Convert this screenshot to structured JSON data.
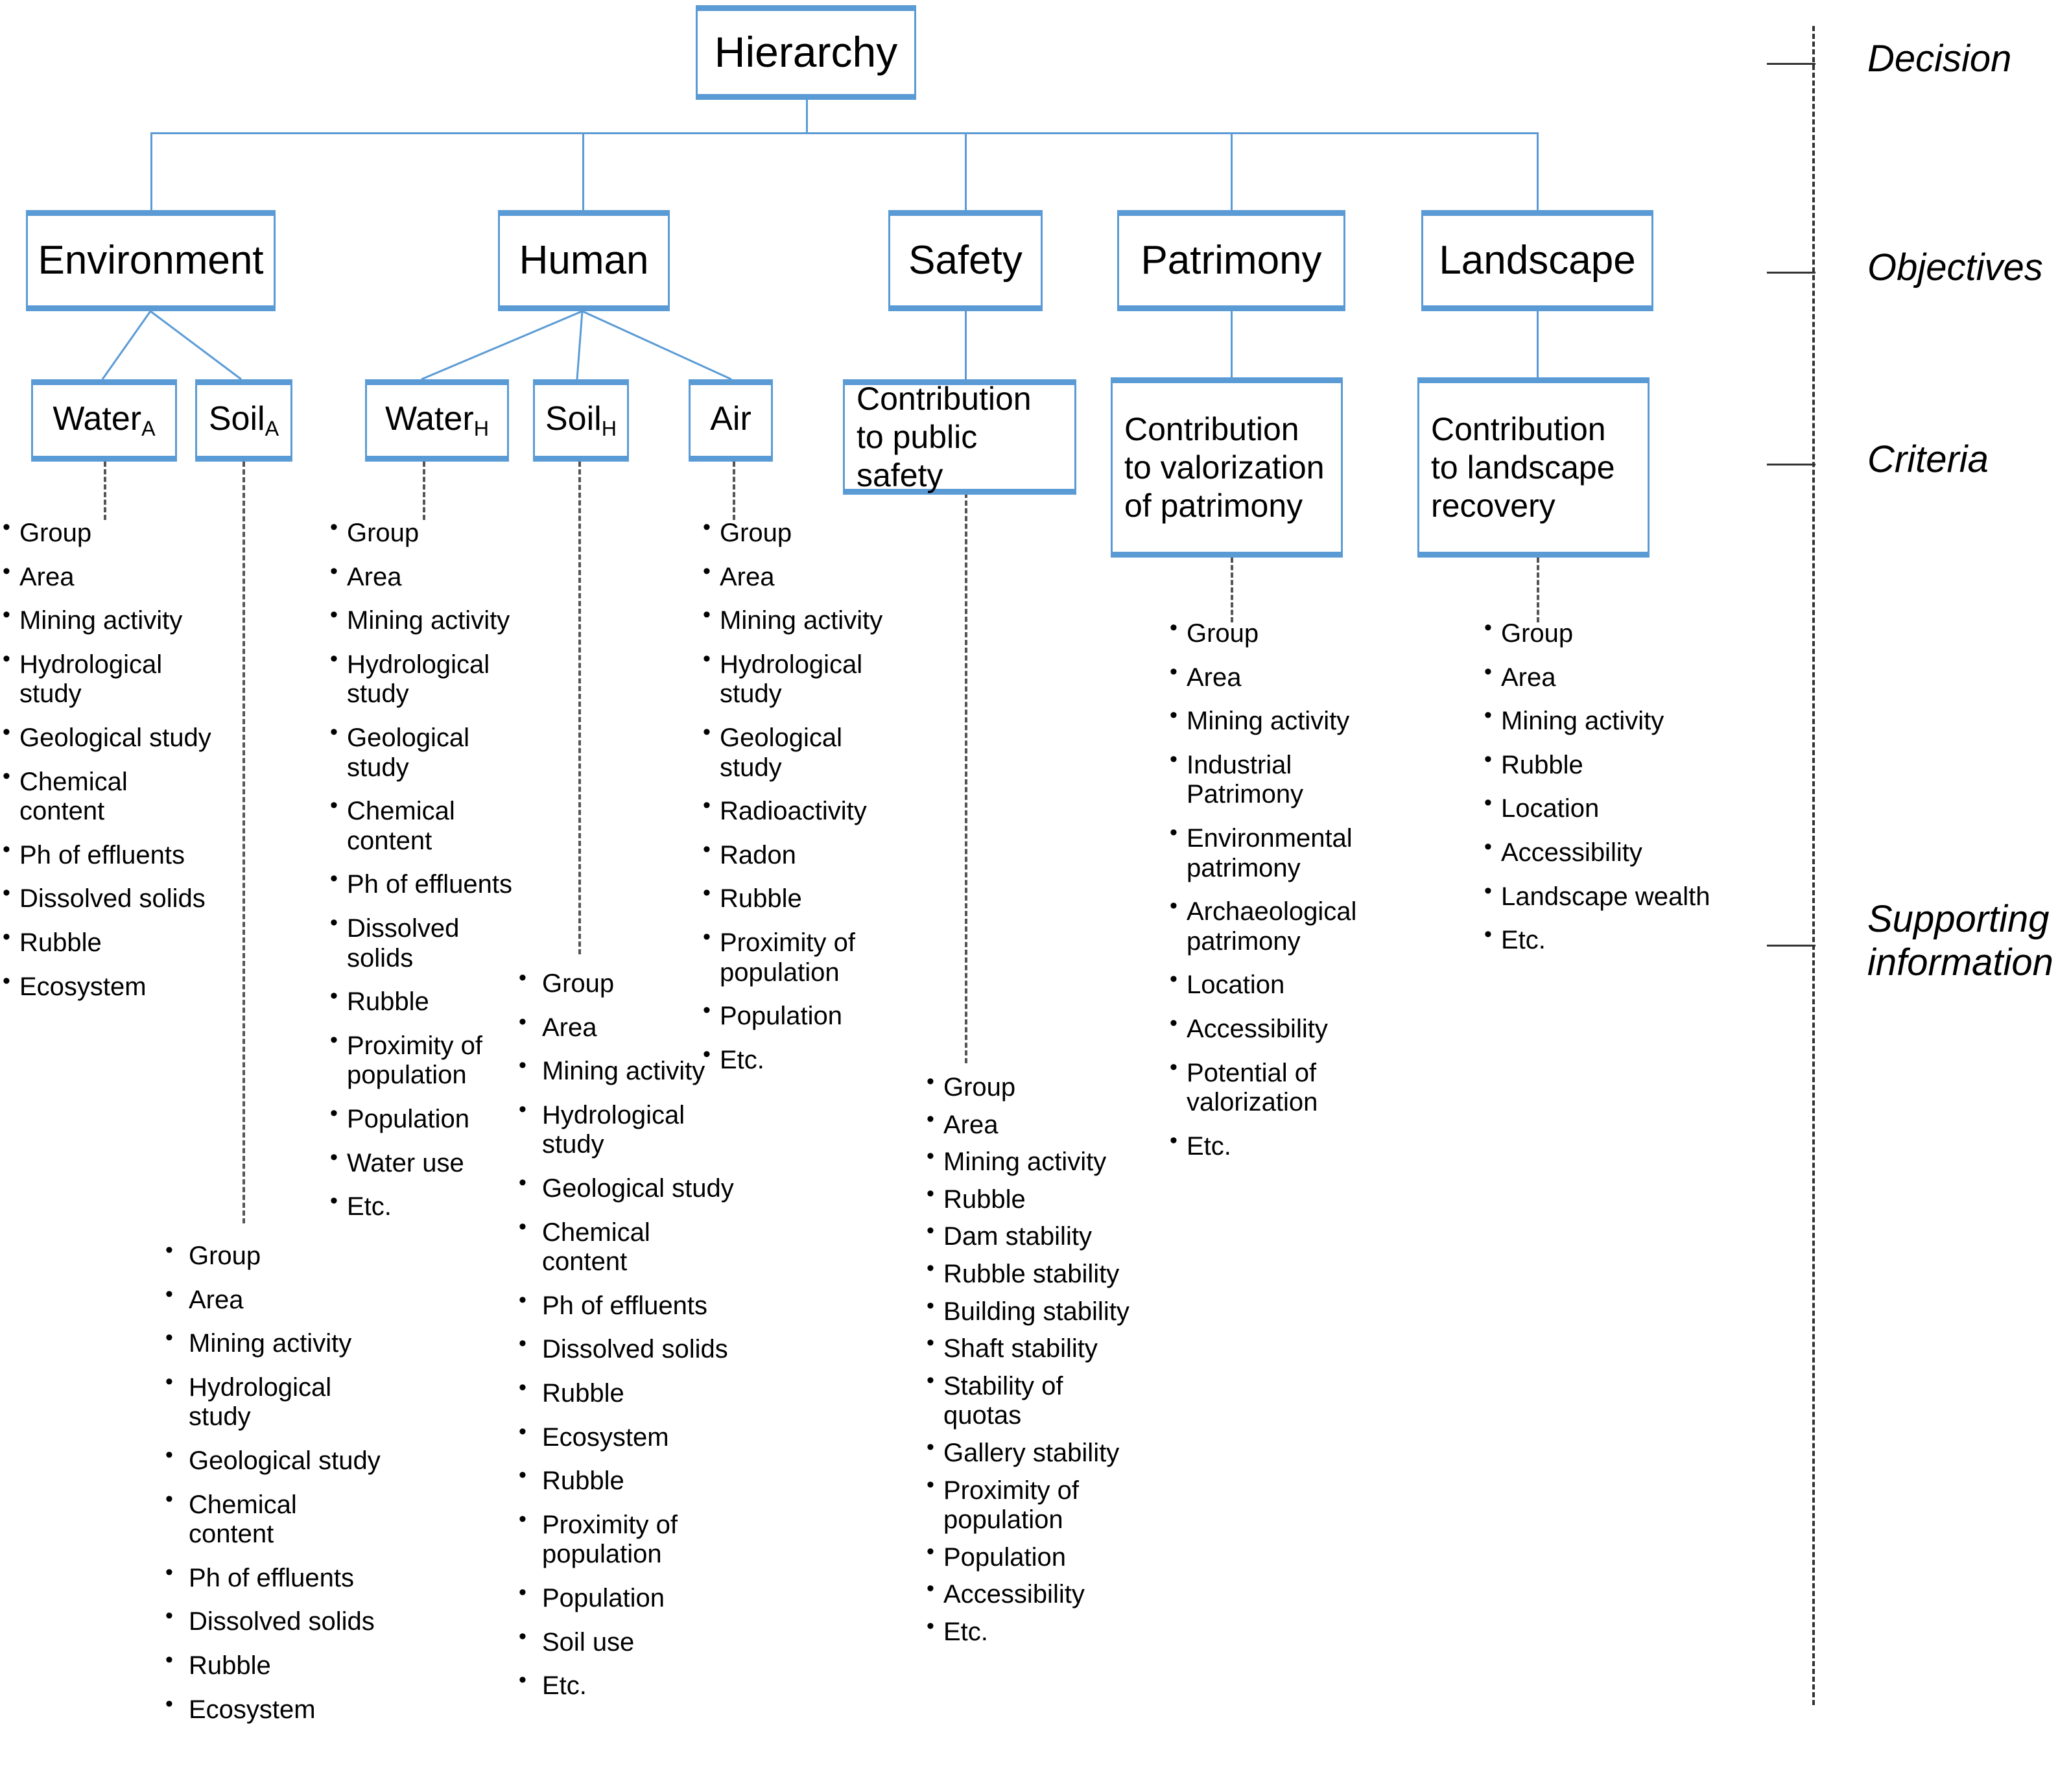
{
  "diagram": {
    "root": {
      "label": "Hierarchy"
    },
    "objectives": [
      {
        "id": "environment",
        "label": "Environment"
      },
      {
        "id": "human",
        "label": "Human"
      },
      {
        "id": "safety",
        "label": "Safety"
      },
      {
        "id": "patrimony",
        "label": "Patrimony"
      },
      {
        "id": "landscape",
        "label": "Landscape"
      }
    ],
    "criteria": [
      {
        "id": "water-a",
        "label": "Water",
        "sub": "A"
      },
      {
        "id": "soil-a",
        "label": "Soil",
        "sub": "A"
      },
      {
        "id": "water-h",
        "label": "Water",
        "sub": "H"
      },
      {
        "id": "soil-h",
        "label": "Soil",
        "sub": "H"
      },
      {
        "id": "air",
        "label": "Air",
        "sub": ""
      },
      {
        "id": "public-safety",
        "label": "Contribution to public safety"
      },
      {
        "id": "valorization",
        "label": "Contribution to valorization of patrimony"
      },
      {
        "id": "landscape-recovery",
        "label": "Contribution to landscape recovery"
      }
    ],
    "legend": [
      {
        "id": "decision",
        "label": "Decision"
      },
      {
        "id": "objectives",
        "label": "Objectives"
      },
      {
        "id": "criteria",
        "label": "Criteria"
      },
      {
        "id": "supporting",
        "label": "Supporting\ninformation"
      }
    ],
    "supporting_information": {
      "water_a": [
        "Group",
        "Area",
        "Mining activity",
        "Hydrological\nstudy",
        "Geological study",
        "Chemical\ncontent",
        "Ph of effluents",
        "Dissolved solids",
        "Rubble",
        "Ecosystem"
      ],
      "soil_a": [
        "Group",
        "Area",
        "Mining activity",
        "Hydrological\nstudy",
        "Geological study",
        "Chemical\ncontent",
        "Ph of effluents",
        "Dissolved solids",
        "Rubble",
        "Ecosystem"
      ],
      "water_h": [
        "Group",
        "Area",
        "Mining activity",
        "Hydrological\nstudy",
        "Geological\nstudy",
        "Chemical\ncontent",
        "Ph of effluents",
        "Dissolved\nsolids",
        "Rubble",
        "Proximity of\npopulation",
        "Population",
        "Water use",
        "Etc."
      ],
      "soil_h": [
        "Group",
        "Area",
        "Mining activity",
        "Hydrological\nstudy",
        "Geological study",
        "Chemical\ncontent",
        "Ph of effluents",
        "Dissolved solids",
        "Rubble",
        "Ecosystem",
        "Rubble",
        "Proximity of\npopulation",
        "Population",
        "Soil use",
        "Etc."
      ],
      "air": [
        "Group",
        "Area",
        "Mining activity",
        "Hydrological\nstudy",
        "Geological\nstudy",
        "Radioactivity",
        "Radon",
        "Rubble",
        "Proximity of\npopulation",
        "Population",
        "Etc."
      ],
      "public_safety": [
        "Group",
        "Area",
        "Mining activity",
        "Rubble",
        "Dam stability",
        "Rubble stability",
        "Building stability",
        "Shaft stability",
        "Stability of\nquotas",
        "Gallery stability",
        "Proximity of\npopulation",
        "Population",
        "Accessibility",
        "Etc."
      ],
      "patrimony": [
        "Group",
        "Area",
        "Mining activity",
        "Industrial\nPatrimony",
        "Environmental\npatrimony",
        "Archaeological\npatrimony",
        "Location",
        "Accessibility",
        "Potential of\nvalorization",
        "Etc."
      ],
      "landscape": [
        "Group",
        "Area",
        "Mining activity",
        "Rubble",
        "Location",
        "Accessibility",
        "Landscape wealth",
        "Etc."
      ]
    },
    "colors": {
      "box_border": "#5b9bd5",
      "connector": "#5b9bd5",
      "text": "#000000",
      "legend_line": "#333333",
      "background": "#ffffff"
    }
  }
}
